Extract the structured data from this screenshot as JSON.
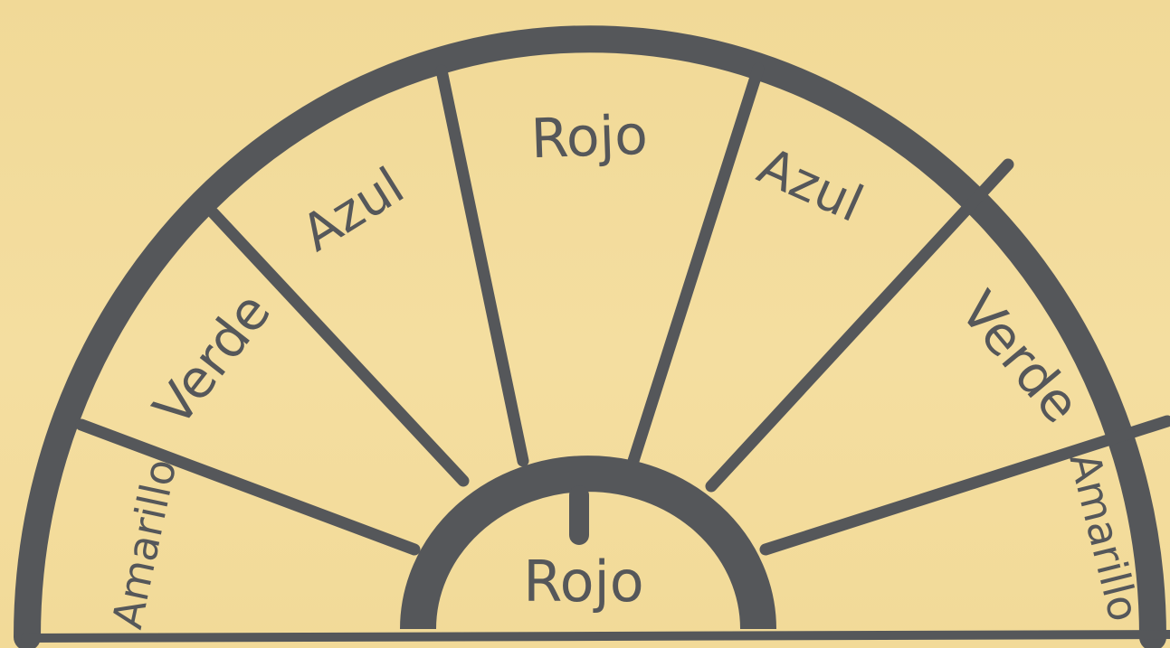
{
  "diagram": {
    "center_label": "Rojo",
    "segments": [
      {
        "label": "Amarillo"
      },
      {
        "label": "Verde"
      },
      {
        "label": "Azul"
      },
      {
        "label": "Rojo"
      },
      {
        "label": "Azul"
      },
      {
        "label": "Verde"
      },
      {
        "label": "Amarillo"
      }
    ]
  },
  "colors": {
    "ink": "#55575a",
    "paper": "#f3dc9a"
  }
}
